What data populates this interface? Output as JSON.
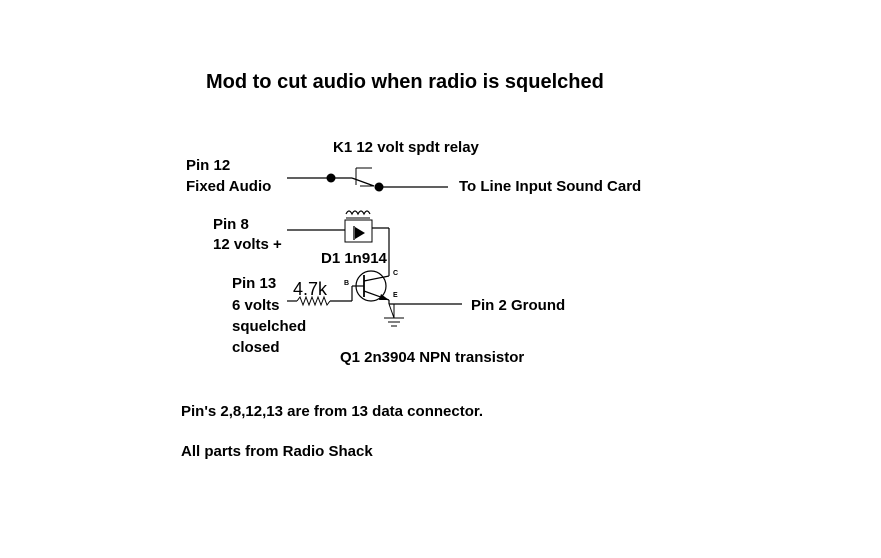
{
  "title": "Mod to cut audio when radio is squelched",
  "relay": {
    "label": "K1  12 volt spdt relay"
  },
  "pin12": {
    "line1": "Pin 12",
    "line2": "Fixed Audio"
  },
  "output": {
    "label": "To Line Input Sound Card"
  },
  "pin8": {
    "line1": "Pin 8",
    "line2": "12 volts +"
  },
  "diode": {
    "label": "D1 1n914"
  },
  "pin13": {
    "line1": "Pin 13",
    "line2": "6 volts",
    "line3": "squelched",
    "line4": "closed"
  },
  "resistor": {
    "label": "4.7k"
  },
  "ground": {
    "label": "Pin 2 Ground"
  },
  "transistor": {
    "label": "Q1 2n3904 NPN transistor",
    "base": "B",
    "collector": "C",
    "emitter": "E"
  },
  "notes": {
    "line1": "Pin's 2,8,12,13 are from 13 data connector.",
    "line2": "All parts from Radio Shack"
  }
}
